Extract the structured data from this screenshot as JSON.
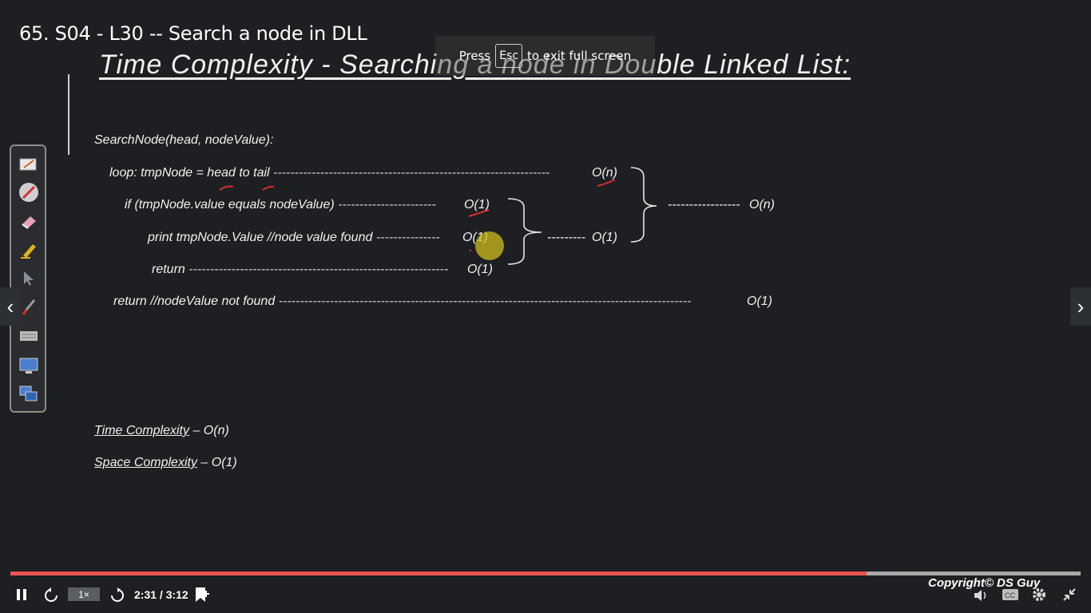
{
  "video": {
    "title": "65. S04 - L30 -- Search a node in DLL"
  },
  "fullscreen_banner": {
    "prefix": "Press",
    "key": "Esc",
    "suffix": "to exit full screen"
  },
  "slide": {
    "heading": "Time Complexity - Searching a node in Double Linked List:",
    "signature": "SearchNode(head, nodeValue):",
    "loop_prefix": "loop: tmpNode = ",
    "loop_highlight": "head to tail",
    "loop_dashes": "-----------------------------------------------------------------",
    "loop_cost": "O(n)",
    "if_line": "if (tmpNode.value equals nodeValue)",
    "if_dashes": "-----------------------",
    "if_cost": "O(1)",
    "print_line": "print tmpNode.Value //node value found",
    "print_dashes": "---------------",
    "print_cost": "O(1)",
    "return_line": "return",
    "return_dashes": "-------------------------------------------------------------",
    "return_cost": "O(1)",
    "inner_group_dashes": "---------",
    "inner_group_cost": "O(1)",
    "outer_group_dashes": "-----------------",
    "outer_group_cost": "O(n)",
    "final_return_line": "return //nodeValue not found",
    "final_return_dashes": "-------------------------------------------------------------------------------------------------",
    "final_return_cost": "O(1)",
    "time_label": "Time Complexity",
    "time_value": " – O(n)",
    "space_label": "Space Complexity",
    "space_value": " – O(1)"
  },
  "player": {
    "progress": 0.8,
    "time": "2:31 / 3:12",
    "speed": "1×",
    "copyright": "Copyright© DS Guy",
    "accent_color": "#ec5252"
  }
}
